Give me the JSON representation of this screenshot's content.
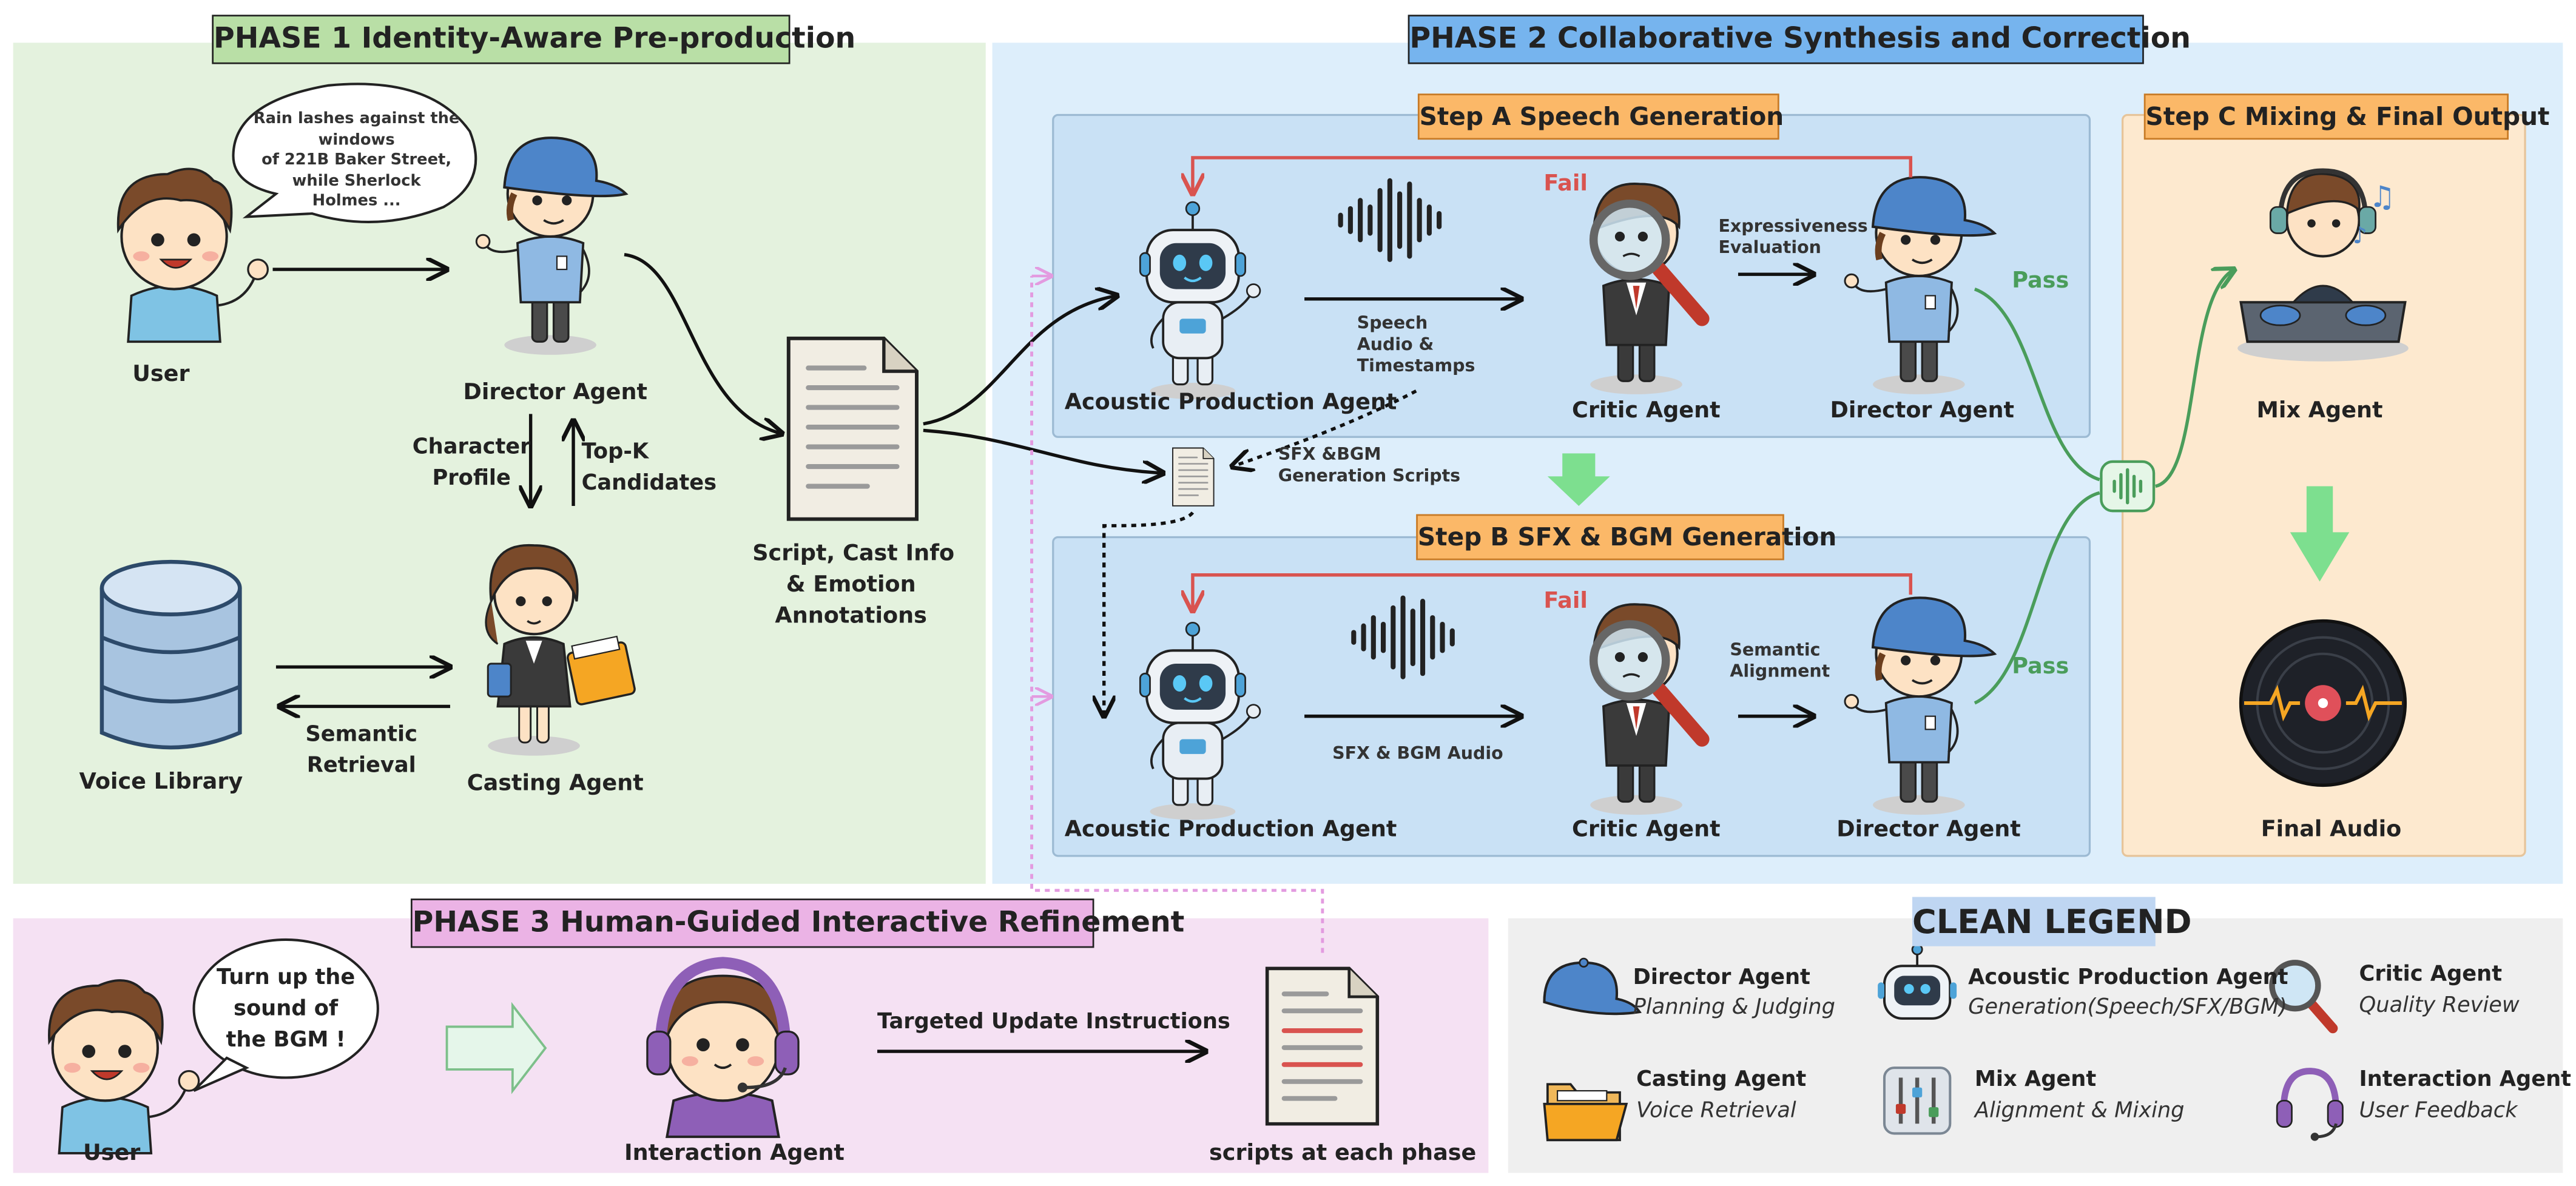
{
  "phase1": {
    "title": "PHASE 1 Identity-Aware Pre-production",
    "user_label": "User",
    "user_speech": [
      "Rain lashes against the",
      "windows",
      "of 221B Baker Street,",
      "while Sherlock",
      "Holmes ..."
    ],
    "director_label": "Director Agent",
    "character_profile": [
      "Character",
      "Profile"
    ],
    "topk": [
      "Top-K",
      "Candidates"
    ],
    "casting_label": "Casting Agent",
    "voice_library_label": "Voice Library",
    "semantic_retrieval": [
      "Semantic",
      "Retrieval"
    ],
    "script_label": [
      "Script, Cast Info",
      "& Emotion",
      "Annotations"
    ]
  },
  "phase2": {
    "title": "PHASE 2 Collaborative Synthesis and Correction",
    "stepA": {
      "title": "Step A Speech Generation",
      "acoustic_label": "Acoustic Production Agent",
      "speech_audio": [
        "Speech",
        "Audio &",
        "Timestamps"
      ],
      "fail": "Fail",
      "critic_label": "Critic Agent",
      "expressiveness": [
        "Expressiveness",
        "Evaluation"
      ],
      "director_label": "Director Agent",
      "pass": "Pass"
    },
    "sfx_scripts": [
      "SFX &BGM",
      "Generation Scripts"
    ],
    "stepB": {
      "title": "Step B SFX & BGM Generation",
      "acoustic_label": "Acoustic Production Agent",
      "sfx_audio": "SFX & BGM Audio",
      "fail": "Fail",
      "critic_label": "Critic Agent",
      "semantic_alignment": [
        "Semantic",
        "Alignment"
      ],
      "director_label": "Director Agent",
      "pass": "Pass"
    },
    "stepC": {
      "title": "Step C Mixing & Final Output",
      "mix_label": "Mix Agent",
      "final_label": "Final Audio"
    }
  },
  "phase3": {
    "title": "PHASE 3 Human-Guided Interactive Refinement",
    "user_label": "User",
    "user_speech": [
      "Turn up the",
      "sound of",
      "the BGM !"
    ],
    "interaction_label": "Interaction Agent",
    "targeted_update": "Targeted Update Instructions",
    "scripts_label": "scripts at each phase"
  },
  "legend": {
    "title": "CLEAN LEGEND",
    "items": [
      {
        "name": "Director Agent",
        "desc": "Planning & Judging",
        "icon": "cap-icon"
      },
      {
        "name": "Acoustic Production Agent",
        "desc": "Generation(Speech/SFX/BGM)",
        "icon": "robot-icon"
      },
      {
        "name": "Critic Agent",
        "desc": "Quality Review",
        "icon": "magnifier-icon"
      },
      {
        "name": "Casting Agent",
        "desc": "Voice Retrieval",
        "icon": "folder-icon"
      },
      {
        "name": "Mix Agent",
        "desc": "Alignment & Mixing",
        "icon": "mixer-icon"
      },
      {
        "name": "Interaction Agent",
        "desc": "User Feedback",
        "icon": "headset-icon"
      }
    ]
  },
  "colors": {
    "phase1_bg": "#e4f2de",
    "phase1_title": "#b9dfa6",
    "phase2_bg": "#ddeefb",
    "phase2_title": "#76b4ee",
    "step_bg": "#c9e1f5",
    "stepC_bg": "#fde9cf",
    "phase3_bg": "#f5e1f3",
    "phase3_title": "#ebb3e5",
    "legend_bg": "#efefef",
    "legend_title": "#bfd6f2",
    "fail": "#d9534f",
    "pass": "#4a9d5b"
  }
}
